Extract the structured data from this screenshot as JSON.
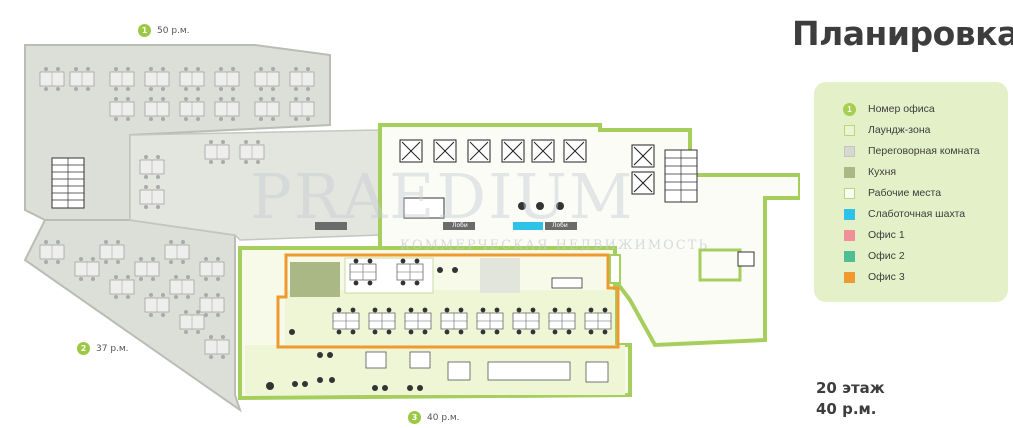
{
  "title": "Планировка",
  "legend": {
    "items": [
      {
        "label": "Номер офиса",
        "swatch": "number",
        "number": "1",
        "color": "#a4cf4f"
      },
      {
        "label": "Лаундж-зона",
        "swatch": "box",
        "color": "#ecf5d3",
        "border": "#b7d77a"
      },
      {
        "label": "Переговорная комната",
        "swatch": "box",
        "color": "#d6d9d3",
        "border": "#c4c7c0"
      },
      {
        "label": "Кухня",
        "swatch": "box",
        "color": "#a9b884",
        "border": "#a9b884"
      },
      {
        "label": "Рабочие места",
        "swatch": "box",
        "color": "#fbfcf5",
        "border": "#b7d77a"
      },
      {
        "label": "Слаботочная шахта",
        "swatch": "box",
        "color": "#2ec3e6",
        "border": "#2ec3e6"
      },
      {
        "label": "Офис 1",
        "swatch": "box",
        "color": "#ef8f99",
        "border": "#ef8f99"
      },
      {
        "label": "Офис 2",
        "swatch": "box",
        "color": "#4fbe92",
        "border": "#4fbe92"
      },
      {
        "label": "Офис 3",
        "swatch": "box",
        "color": "#ee9a2e",
        "border": "#ee9a2e"
      }
    ]
  },
  "floor": {
    "line1": "20 этаж",
    "line2": "40 р.м."
  },
  "offices": [
    {
      "number": "1",
      "label": "50 р.м."
    },
    {
      "number": "2",
      "label": "37 р.м."
    },
    {
      "number": "3",
      "label": "40 р.м."
    }
  ],
  "lobby_labels": [
    "Лоби",
    "Лоби"
  ],
  "watermark": {
    "main": "PRAEDIUM",
    "sub": "КОММЕРЧЕСКАЯ НЕДВИЖИМОСТЬ"
  },
  "colors": {
    "accent": "#9cc843",
    "wall": "#a6ce5c",
    "grey_zone": "#dadcd6",
    "office3": "#ee9a2e"
  }
}
